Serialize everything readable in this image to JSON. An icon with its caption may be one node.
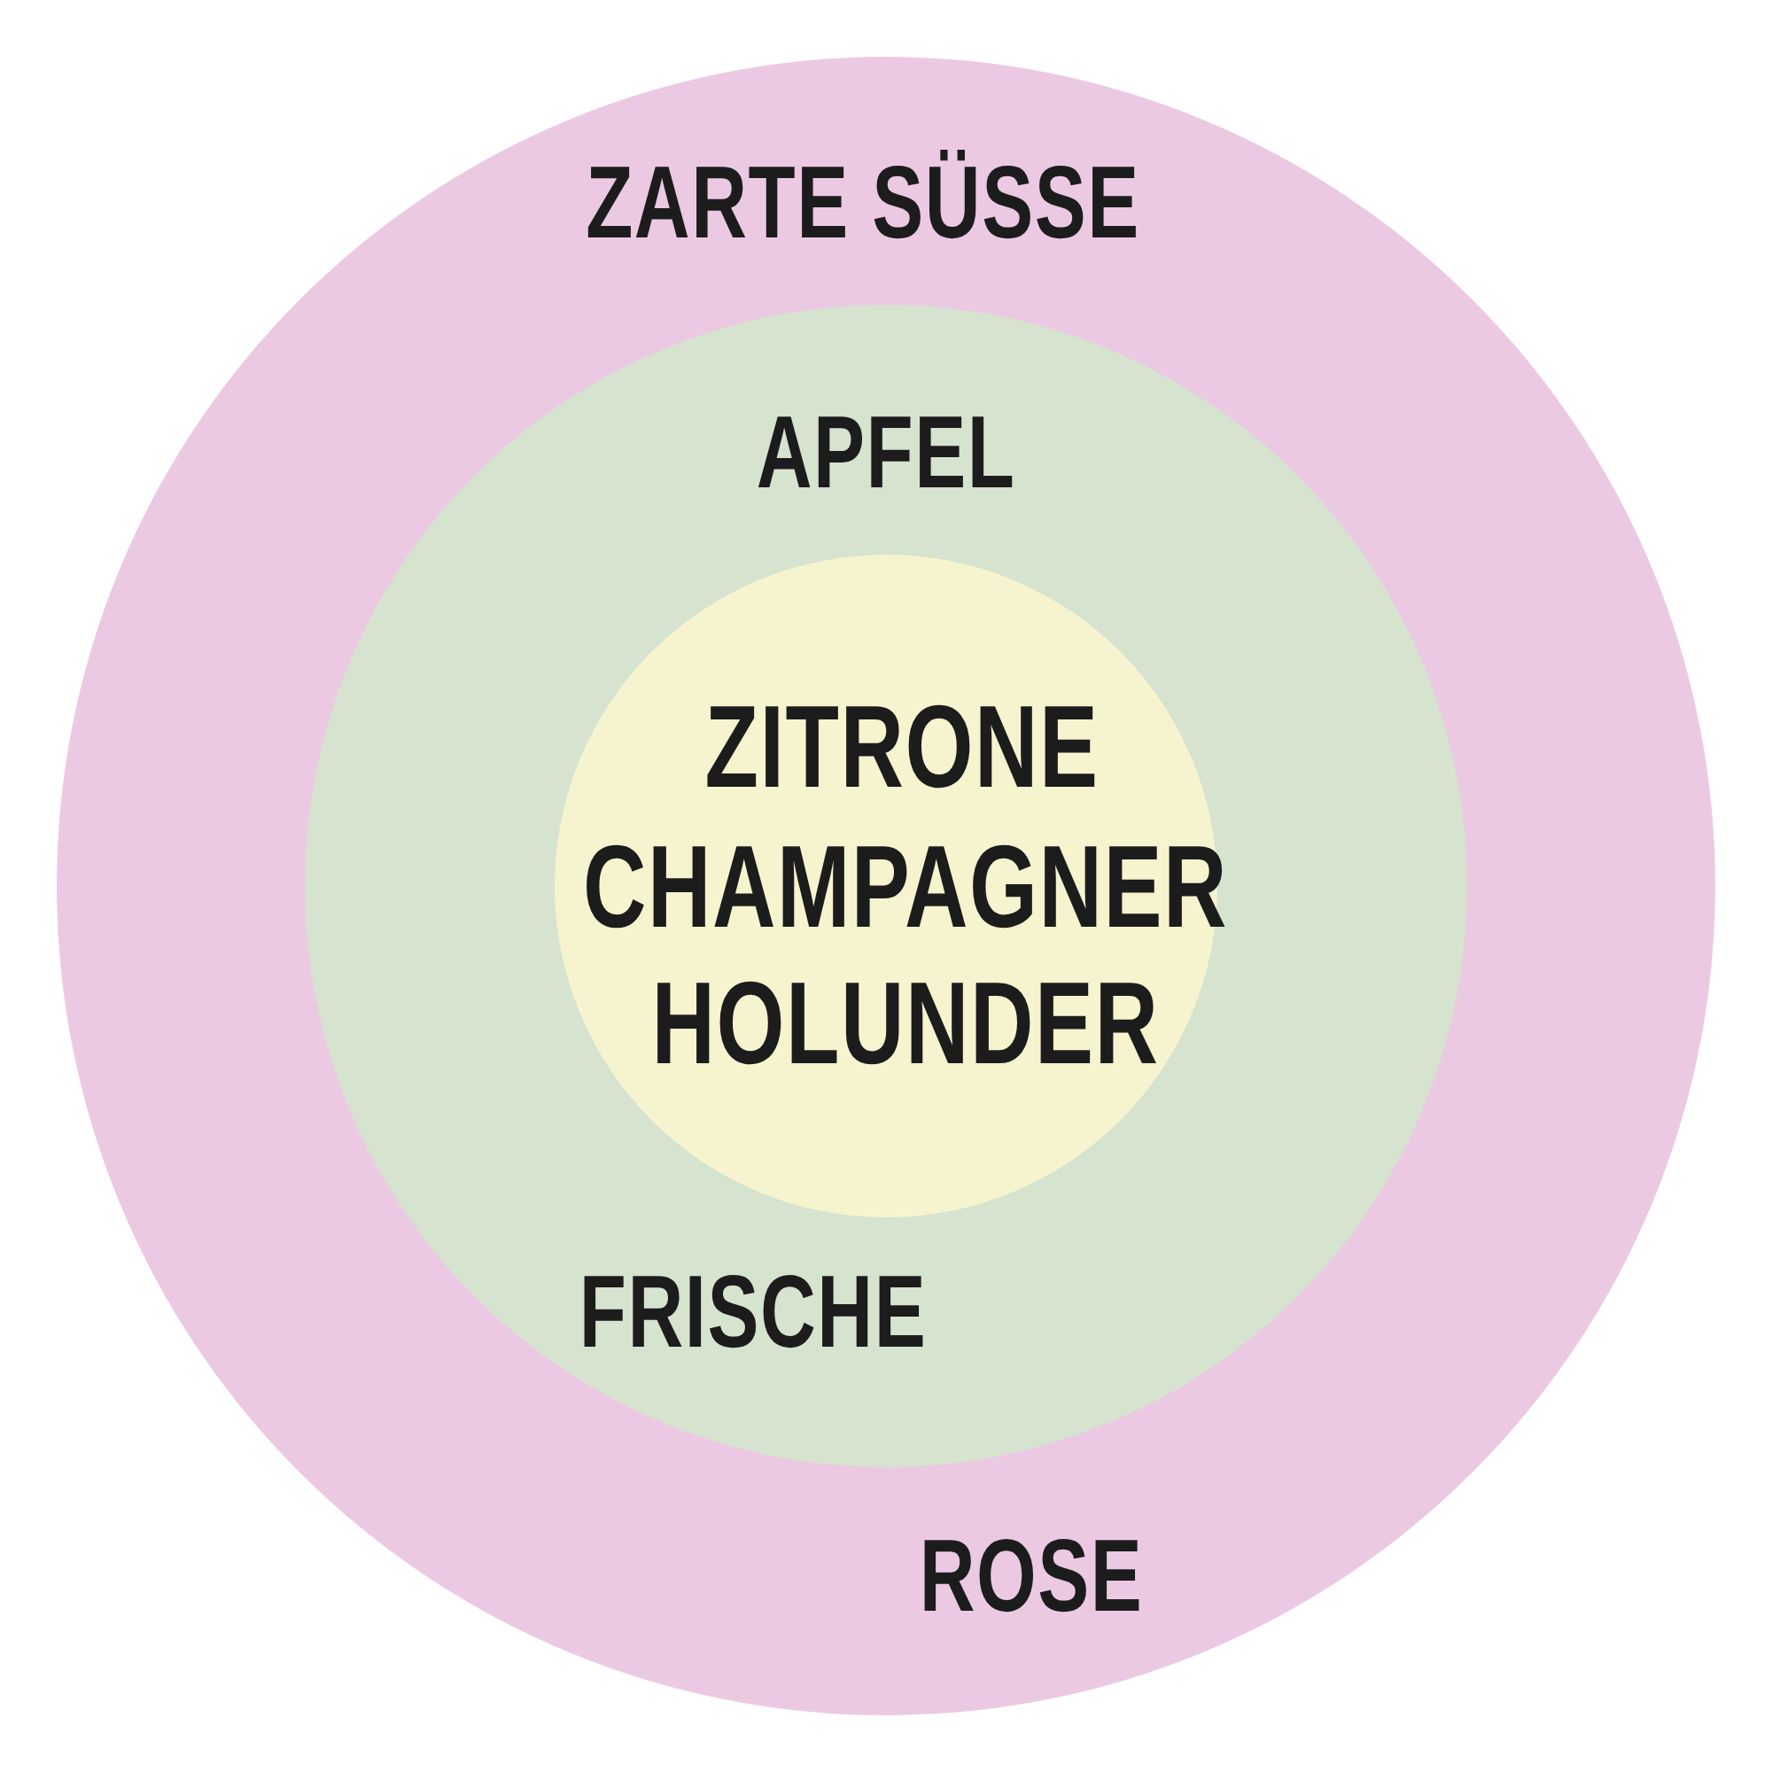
{
  "diagram": {
    "nodes": [
      {
        "text": [
          "ZARTE SÜSSE",
          "ROSE"
        ]
      },
      {
        "text": [
          "APFEL",
          "FRISCHE"
        ],
        "in": 0
      },
      {
        "text": [
          "ZITRONE",
          "CHAMPAGNER",
          "HOLUNDER"
        ],
        "in": 1
      }
    ]
  }
}
